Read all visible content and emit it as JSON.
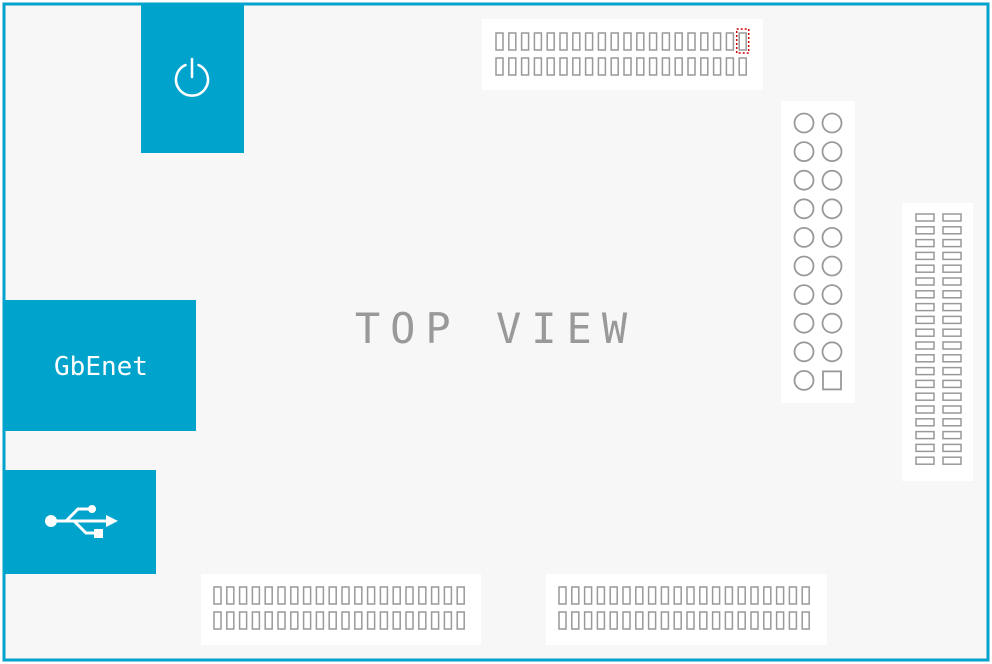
{
  "board": {
    "view_label": "TOP VIEW",
    "accent": "#00A3CC",
    "board_fill": "#F7F7F7",
    "pin_color": "#999999",
    "pin1_marker_color": "#CC0000"
  },
  "ports": {
    "power_icon": "power-icon",
    "ethernet_label": "GbEnet",
    "usb_icon": "usb-icon"
  },
  "headers": {
    "top_header": {
      "rows": 2,
      "pins_per_row": 20,
      "pin1_marked": true
    },
    "bottom_left_header": {
      "rows": 2,
      "pins_per_row": 20
    },
    "bottom_right_header": {
      "rows": 2,
      "pins_per_row": 20
    },
    "round_header": {
      "rows": 10,
      "cols": 2,
      "square_pin": "bottom-right"
    },
    "right_header": {
      "rows": 20,
      "cols": 2
    }
  }
}
